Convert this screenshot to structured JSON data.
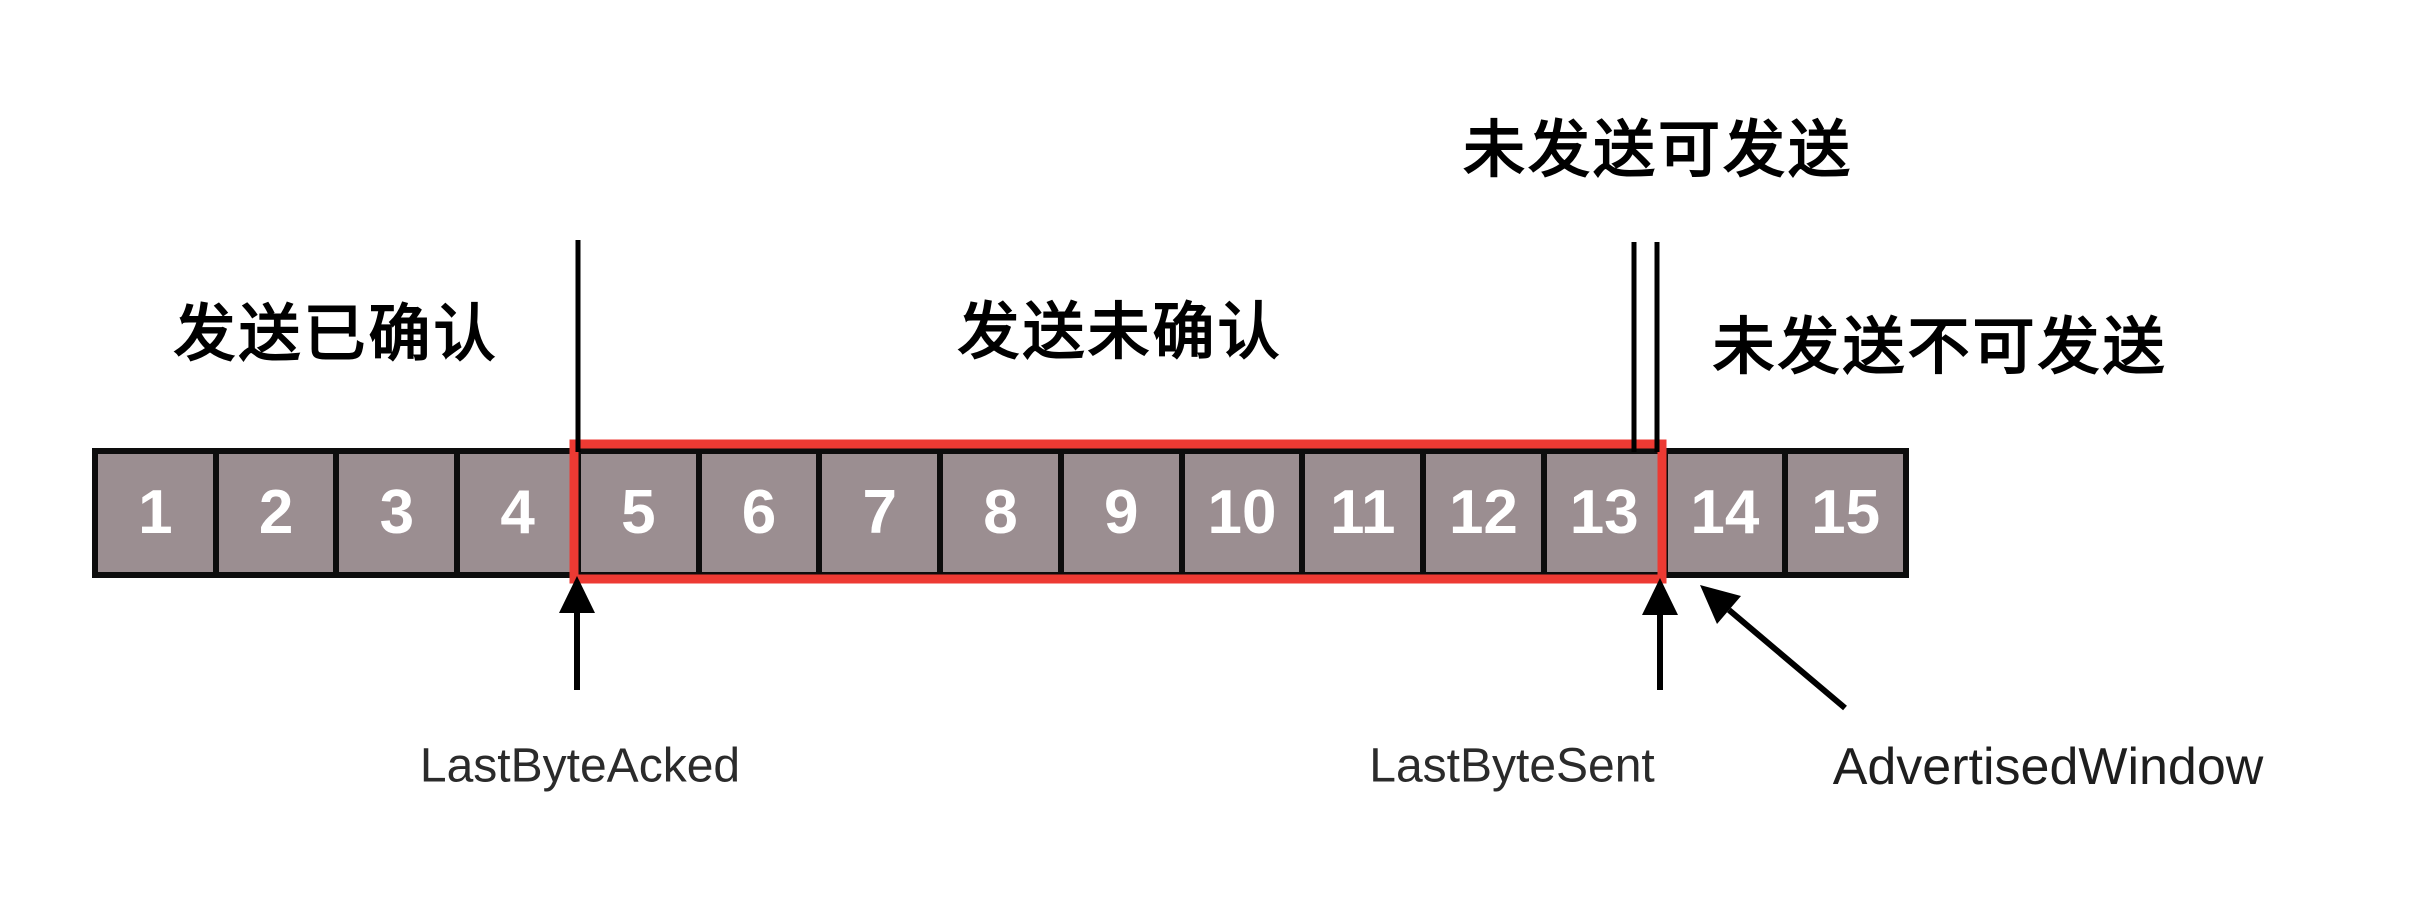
{
  "diagram": {
    "cells": [
      "1",
      "2",
      "3",
      "4",
      "5",
      "6",
      "7",
      "8",
      "9",
      "10",
      "11",
      "12",
      "13",
      "14",
      "15"
    ],
    "window": {
      "from_cell": "5",
      "to_cell": "13"
    },
    "zones": {
      "sent_acked_label": "发送已确认",
      "sent_unacked_label": "发送未确认",
      "unsent_sendable_label": "未发送可发送",
      "unsent_not_sendable_label": "未发送不可发送"
    },
    "markers": {
      "last_byte_acked_label": "LastByteAcked",
      "last_byte_sent_label": "LastByteSent",
      "advertised_window_label": "AdvertisedWindow"
    },
    "colors": {
      "cell_fill": "#9b8e91",
      "cell_border": "#0d0d0d",
      "cell_number": "#ffffff",
      "window_outline": "#ed3a33",
      "boundary_line": "#000000",
      "zone_label": "#000000",
      "marker_label": "#2b2b2b"
    }
  }
}
